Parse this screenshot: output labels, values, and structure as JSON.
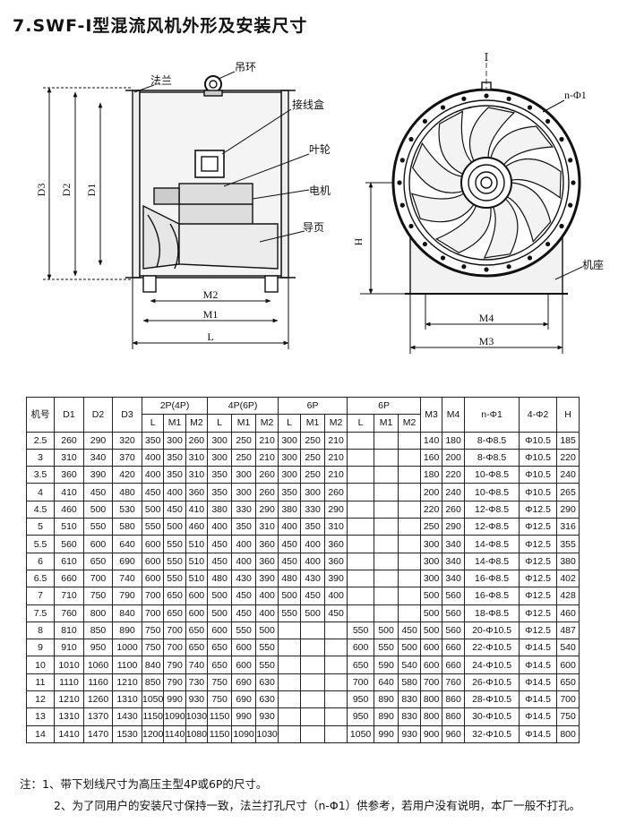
{
  "title": "7.SWF-Ⅰ型混流风机外形及安装尺寸",
  "labels": {
    "flange": "法兰",
    "lifting_ring": "吊环",
    "junction_box": "接线盒",
    "impeller": "叶轮",
    "motor": "电机",
    "guide_vane": "导页",
    "base": "机座",
    "hole_spec": "n-Φ1",
    "roman_one": "Ⅰ"
  },
  "dimensions": {
    "d3": "D3",
    "d2": "D2",
    "d1": "D1",
    "m2": "M2",
    "m1": "M1",
    "l": "L",
    "h": "H",
    "m4": "M4",
    "m3": "M3"
  },
  "table": {
    "head": {
      "jihao": "机号",
      "d1": "D1",
      "d2": "D2",
      "d3": "D3",
      "g1": "2P(4P)",
      "g2": "4P(6P)",
      "g3": "6P",
      "g4": "6P",
      "l": "L",
      "m1": "M1",
      "m2": "M2",
      "m3": "M3",
      "m4": "M4",
      "nphi1": "n-Φ1",
      "fourphi2": "4-Φ2",
      "h": "H"
    },
    "rows": [
      [
        "2.5",
        "260",
        "290",
        "320",
        "350",
        "300",
        "260",
        "300",
        "250",
        "210",
        "300",
        "250",
        "210",
        "",
        "",
        "",
        "140",
        "180",
        "8-Φ8.5",
        "Φ10.5",
        "185"
      ],
      [
        "3",
        "310",
        "340",
        "370",
        "400",
        "350",
        "310",
        "300",
        "250",
        "210",
        "300",
        "250",
        "210",
        "",
        "",
        "",
        "160",
        "200",
        "8-Φ8.5",
        "Φ10.5",
        "220"
      ],
      [
        "3.5",
        "360",
        "390",
        "420",
        "400",
        "350",
        "310",
        "350",
        "300",
        "260",
        "300",
        "250",
        "210",
        "",
        "",
        "",
        "180",
        "220",
        "10-Φ8.5",
        "Φ10.5",
        "240"
      ],
      [
        "4",
        "410",
        "450",
        "480",
        "450",
        "400",
        "360",
        "350",
        "300",
        "260",
        "350",
        "300",
        "260",
        "",
        "",
        "",
        "200",
        "240",
        "10-Φ8.5",
        "Φ10.5",
        "265"
      ],
      [
        "4.5",
        "460",
        "500",
        "530",
        "500",
        "450",
        "410",
        "380",
        "330",
        "290",
        "380",
        "330",
        "290",
        "",
        "",
        "",
        "220",
        "260",
        "12-Φ8.5",
        "Φ12.5",
        "290"
      ],
      [
        "5",
        "510",
        "550",
        "580",
        "550",
        "500",
        "460",
        "400",
        "350",
        "310",
        "400",
        "350",
        "310",
        "",
        "",
        "",
        "250",
        "290",
        "12-Φ8.5",
        "Φ12.5",
        "316"
      ],
      [
        "5.5",
        "560",
        "600",
        "640",
        "600",
        "550",
        "510",
        "450",
        "400",
        "360",
        "450",
        "400",
        "360",
        "",
        "",
        "",
        "300",
        "340",
        "14-Φ8.5",
        "Φ12.5",
        "355"
      ],
      [
        "6",
        "610",
        "650",
        "690",
        "600",
        "550",
        "510",
        "450",
        "400",
        "360",
        "450",
        "400",
        "360",
        "",
        "",
        "",
        "300",
        "340",
        "14-Φ8.5",
        "Φ12.5",
        "380"
      ],
      [
        "6.5",
        "660",
        "700",
        "740",
        "600",
        "550",
        "510",
        "480",
        "430",
        "390",
        "480",
        "430",
        "390",
        "",
        "",
        "",
        "300",
        "340",
        "16-Φ8.5",
        "Φ12.5",
        "402"
      ],
      [
        "7",
        "710",
        "750",
        "790",
        "700",
        "650",
        "600",
        "500",
        "450",
        "400",
        "500",
        "450",
        "400",
        "",
        "",
        "",
        "500",
        "560",
        "16-Φ8.5",
        "Φ12.5",
        "428"
      ],
      [
        "7.5",
        "760",
        "800",
        "840",
        "700",
        "650",
        "600",
        "500",
        "450",
        "400",
        "550",
        "500",
        "450",
        "",
        "",
        "",
        "500",
        "560",
        "18-Φ8.5",
        "Φ12.5",
        "460"
      ],
      [
        "8",
        "810",
        "850",
        "890",
        "750",
        "700",
        "650",
        "600",
        "550",
        "500",
        "",
        "",
        "",
        "550",
        "500",
        "450",
        "500",
        "560",
        "20-Φ10.5",
        "Φ12.5",
        "487"
      ],
      [
        "9",
        "910",
        "950",
        "1000",
        "750",
        "700",
        "650",
        "650",
        "600",
        "550",
        "",
        "",
        "",
        "600",
        "550",
        "500",
        "600",
        "660",
        "22-Φ10.5",
        "Φ14.5",
        "540"
      ],
      [
        "10",
        "1010",
        "1060",
        "1100",
        "840",
        "790",
        "740",
        "650",
        "600",
        "550",
        "",
        "",
        "",
        "650",
        "590",
        "540",
        "600",
        "660",
        "24-Φ10.5",
        "Φ14.5",
        "600"
      ],
      [
        "11",
        "1110",
        "1160",
        "1210",
        "850",
        "790",
        "730",
        "750",
        "690",
        "630",
        "",
        "",
        "",
        "700",
        "640",
        "580",
        "700",
        "760",
        "26-Φ10.5",
        "Φ14.5",
        "650"
      ],
      [
        "12",
        "1210",
        "1260",
        "1310",
        "1050",
        "990",
        "930",
        "750",
        "690",
        "630",
        "",
        "",
        "",
        "950",
        "890",
        "830",
        "800",
        "860",
        "28-Φ10.5",
        "Φ14.5",
        "700"
      ],
      [
        "13",
        "1310",
        "1370",
        "1430",
        "1150",
        "1090",
        "1030",
        "1150",
        "990",
        "930",
        "",
        "",
        "",
        "950",
        "890",
        "830",
        "800",
        "860",
        "30-Φ10.5",
        "Φ14.5",
        "750"
      ],
      [
        "14",
        "1410",
        "1470",
        "1530",
        "1200",
        "1140",
        "1080",
        "1150",
        "1090",
        "1030",
        "",
        "",
        "",
        "1050",
        "990",
        "930",
        "900",
        "960",
        "32-Φ10.5",
        "Φ14.5",
        "800"
      ]
    ]
  },
  "notes": [
    "注：1、带下划线尺寸为高压主型4P或6P的尺寸。",
    "2、为了同用户的安装尺寸保持一致，法兰打孔尺寸（n-Φ1）供参考，若用户没有说明，本厂一般不打孔。"
  ]
}
